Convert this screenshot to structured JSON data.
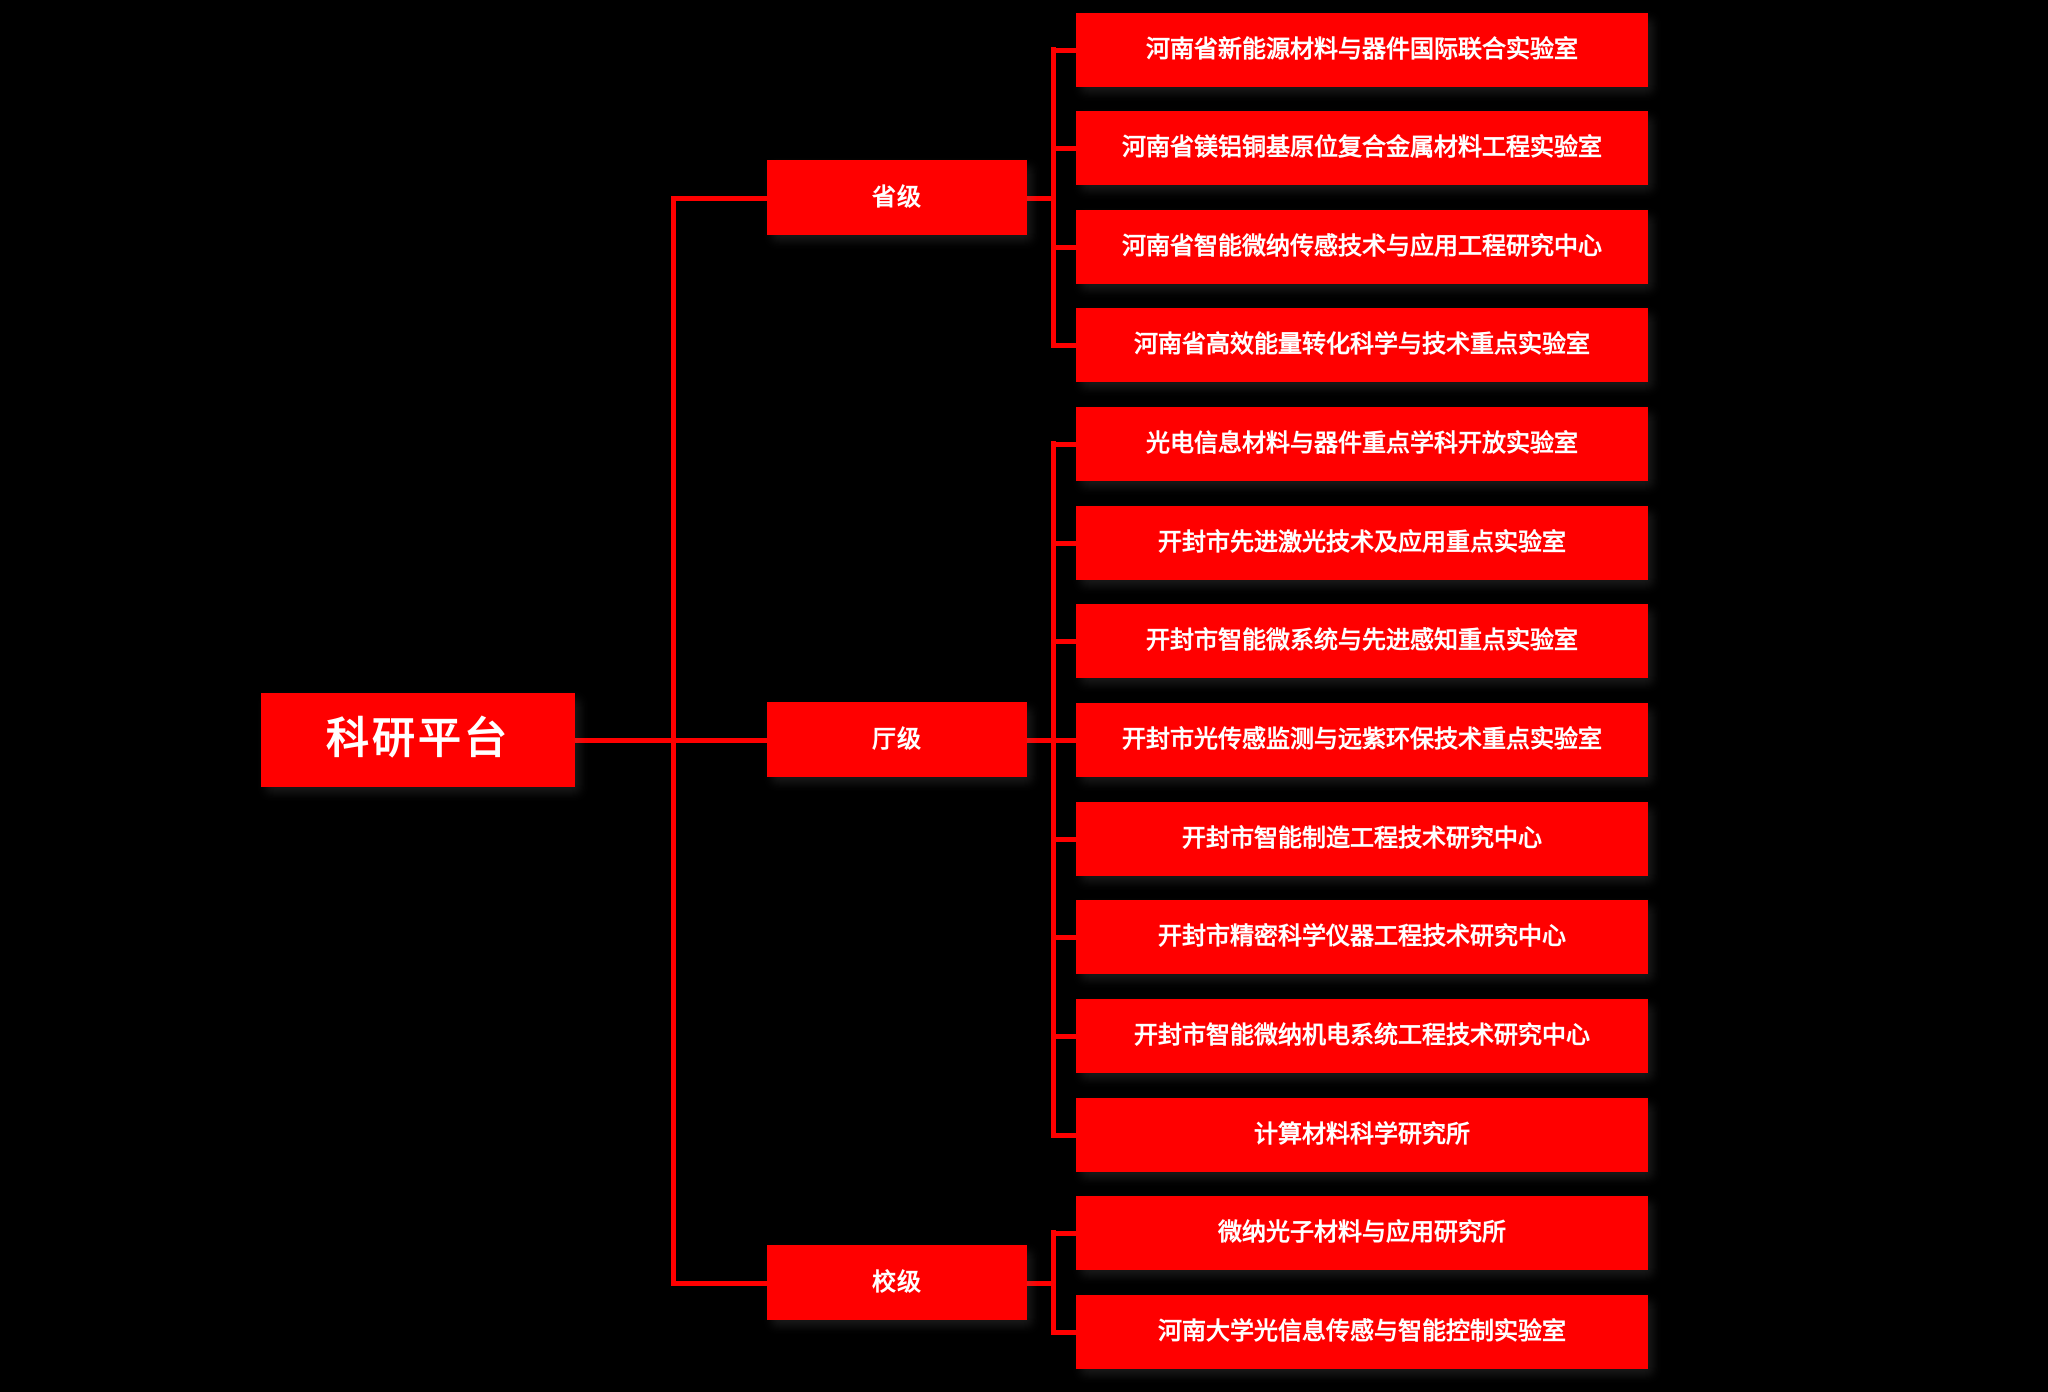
{
  "colors": {
    "background": "#000000",
    "node_fill": "#ff0000",
    "node_text": "#ffffff",
    "connector_line": "#ff0000"
  },
  "root": {
    "label": "科研平台"
  },
  "groups": [
    {
      "label": "省级",
      "children": [
        {
          "label": "河南省新能源材料与器件国际联合实验室"
        },
        {
          "label": "河南省镁铝铜基原位复合金属材料工程实验室"
        },
        {
          "label": "河南省智能微纳传感技术与应用工程研究中心"
        },
        {
          "label": "河南省高效能量转化科学与技术重点实验室"
        }
      ]
    },
    {
      "label": "厅级",
      "children": [
        {
          "label": "光电信息材料与器件重点学科开放实验室"
        },
        {
          "label": "开封市先进激光技术及应用重点实验室"
        },
        {
          "label": "开封市智能微系统与先进感知重点实验室"
        },
        {
          "label": "开封市光传感监测与远紫环保技术重点实验室"
        },
        {
          "label": "开封市智能制造工程技术研究中心"
        },
        {
          "label": "开封市精密科学仪器工程技术研究中心"
        },
        {
          "label": "开封市智能微纳机电系统工程技术研究中心"
        },
        {
          "label": "计算材料科学研究所"
        }
      ]
    },
    {
      "label": "校级",
      "children": [
        {
          "label": "微纳光子材料与应用研究所"
        },
        {
          "label": "河南大学光信息传感与智能控制实验室"
        }
      ]
    }
  ]
}
